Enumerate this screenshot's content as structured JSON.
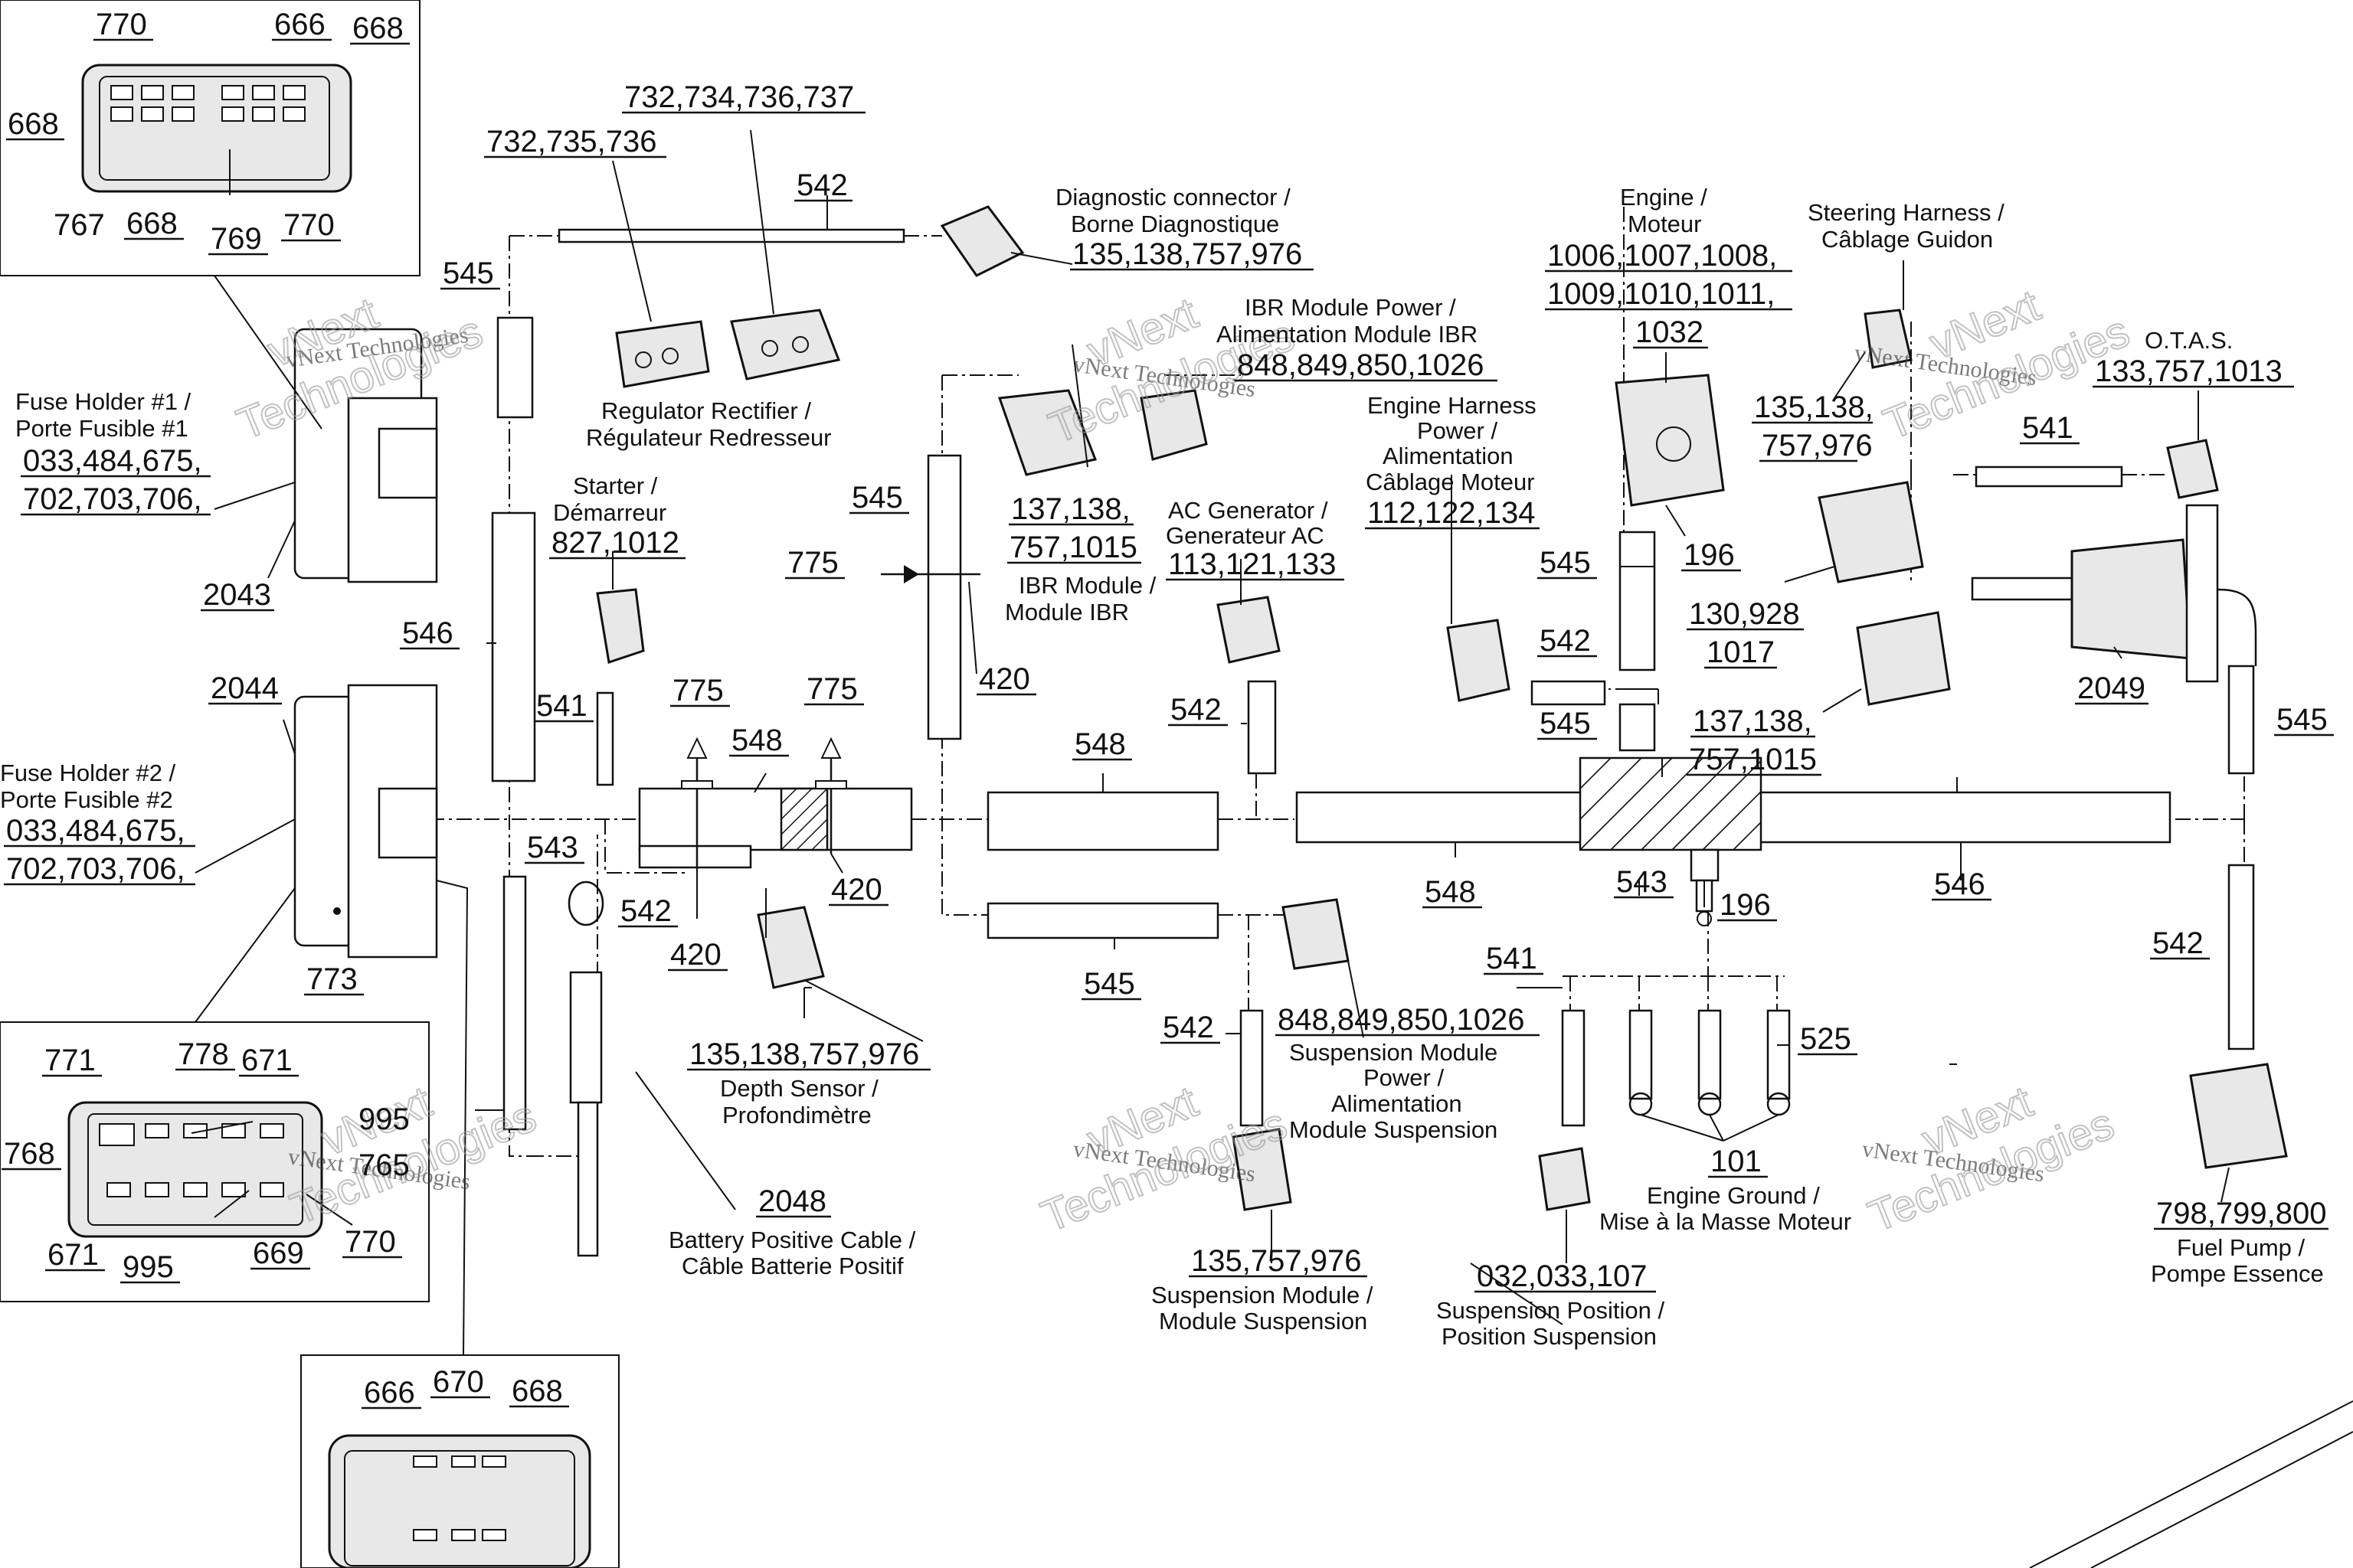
{
  "callouts": {
    "c_770a": "770",
    "c_666a": "666",
    "c_668a": "668",
    "c_668b": "668",
    "c_767": "767",
    "c_668c": "668",
    "c_769": "769",
    "c_770b": "770",
    "c_545a": "545",
    "fh1_line1": "Fuse Holder #1 /",
    "fh1_line2": "Porte Fusible #1",
    "fh1_pn1": "033,484,675,",
    "fh1_pn2": "702,703,706,",
    "c_2043": "2043",
    "c_732_735": "732,735,736",
    "c_732_734": "732,734,736,737",
    "rr_line1": "Regulator Rectifier /",
    "rr_line2": "Régulateur Redresseur",
    "c_542a": "542",
    "diag_line1": "Diagnostic connector /",
    "diag_line2": "Borne Diagnostique",
    "diag_pn": "135,138,757,976",
    "ibrp_line1": "IBR Module Power /",
    "ibrp_line2": "Alimentation Module IBR",
    "ibrp_pn": "848,849,850,1026",
    "eng_line1": "Engine /",
    "eng_line2": "Moteur",
    "eng_pn1": "1006,1007,1008,",
    "eng_pn2": "1009,1010,1011,",
    "eng_pn3": "1032",
    "sh_line1": "Steering Harness /",
    "sh_line2": "Câblage Guidon",
    "otas_title": "O.T.A.S.",
    "otas_pn": "133,757,1013",
    "c_135_138a": "135,138,",
    "c_757_976a": "757,976",
    "ehp_line1": "Engine Harness",
    "ehp_line2": "Power /",
    "ehp_line3": "Alimentation",
    "ehp_line4": "Câblage Moteur",
    "ehp_pn": "112,122,134",
    "c_541a": "541",
    "starter_line1": "Starter /",
    "starter_line2": "Démarreur",
    "starter_pn": "827,1012",
    "c_545b": "545",
    "c_775a": "775",
    "ibr_pn1": "137,138,",
    "ibr_pn2": "757,1015",
    "ibr_line1": "IBR Module /",
    "ibr_line2": "Module IBR",
    "acg_line1": "AC Generator /",
    "acg_line2": "Generateur AC",
    "acg_pn": "113,121,133",
    "c_196a": "196",
    "c_545c": "545",
    "c_130": "130,928",
    "c_1017": "1017",
    "c_546a": "546",
    "c_420a": "420",
    "c_542b": "542",
    "c_542c": "542",
    "c_2049": "2049",
    "c_2044": "2044",
    "c_541b": "541",
    "c_775b": "775",
    "c_775c": "775",
    "c_548a": "548",
    "c_548b": "548",
    "c_545d": "545",
    "c_137_138b": "137,138,",
    "c_757_1015b": "757,1015",
    "c_545e": "545",
    "fh2_line1": "Fuse Holder #2 /",
    "fh2_line2": "Porte Fusible #2",
    "fh2_pn1": "033,484,675,",
    "fh2_pn2": "702,703,706,",
    "c_543a": "543",
    "c_542d": "542",
    "c_420b": "420",
    "c_420c": "420",
    "c_548c": "548",
    "c_543b": "543",
    "c_196b": "196",
    "c_546b": "546",
    "c_773": "773",
    "c_545f": "545",
    "c_541c": "541",
    "c_542e": "542",
    "c_542f": "542",
    "c_525": "525",
    "smp_pn": "848,849,850,1026",
    "smp_line1": "Suspension Module",
    "smp_line2": "Power /",
    "smp_line3": "Alimentation",
    "smp_line4": "Module Suspension",
    "ds_pn": "135,138,757,976",
    "ds_line1": "Depth Sensor /",
    "ds_line2": "Profondimètre",
    "c_771": "771",
    "c_778": "778",
    "c_671a": "671",
    "c_995a": "995",
    "c_768": "768",
    "c_765": "765",
    "c_671b": "671",
    "c_995b": "995",
    "c_669": "669",
    "c_770c": "770",
    "c_101": "101",
    "eg_line1": "Engine Ground /",
    "eg_line2": "Mise à la Masse Moteur",
    "c_2048": "2048",
    "bpc_line1": "Battery Positive Cable /",
    "bpc_line2": "Câble Batterie Positif",
    "fp_pn": "798,799,800",
    "fp_line1": "Fuel Pump /",
    "fp_line2": "Pompe Essence",
    "sm_pn": "135,757,976",
    "sm_line1": "Suspension Module /",
    "sm_line2": "Module Suspension",
    "sp_pn": "032,033,107",
    "sp_line1": "Suspension Position /",
    "sp_line2": "Position Suspension",
    "c_666b": "666",
    "c_670": "670",
    "c_668d": "668"
  },
  "watermark": {
    "text": "vNext Technologies",
    "big_line1": "vNext",
    "big_line2": "Technologies"
  },
  "colors": {
    "ink": "#111111",
    "background": "#ffffff",
    "watermark": "#999999"
  }
}
